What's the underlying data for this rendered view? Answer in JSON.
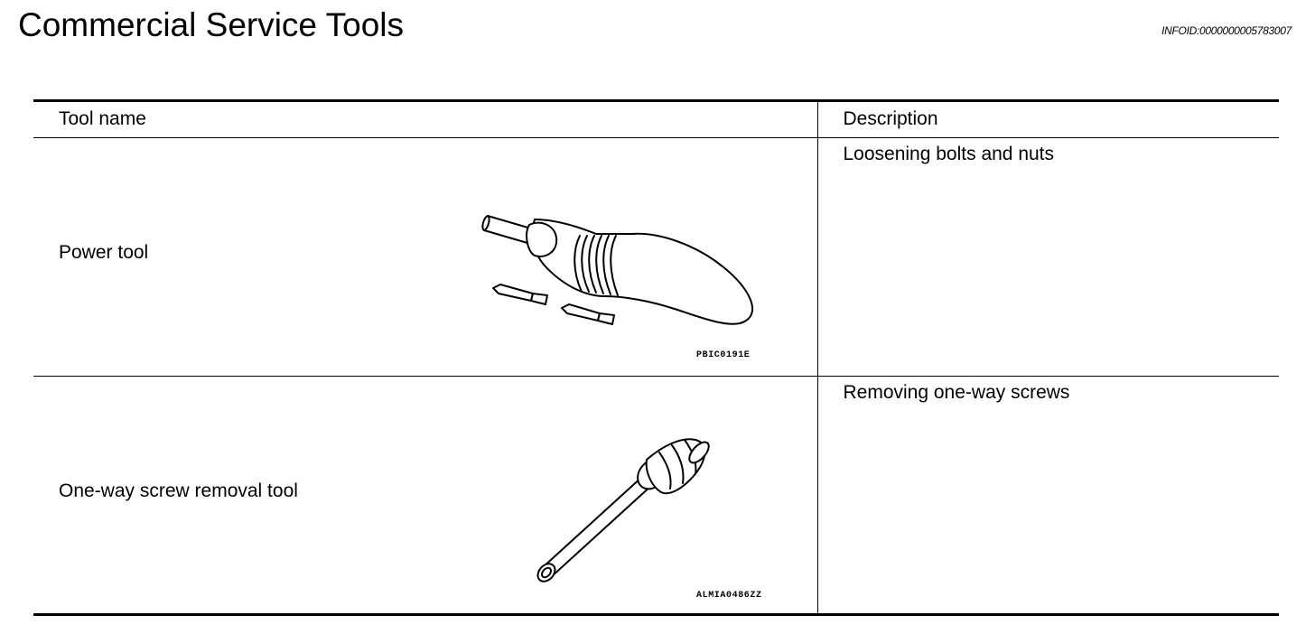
{
  "header": {
    "title": "Commercial Service Tools",
    "info_id": "INFOID:0000000005783007"
  },
  "table": {
    "columns": [
      "Tool name",
      "Description"
    ],
    "rows": [
      {
        "tool_name": "Power tool",
        "description": "Loosening bolts and nuts",
        "illustration_code": "PBIC0191E",
        "illustration_icon": "power-tool-icon"
      },
      {
        "tool_name": "One-way screw removal tool",
        "description": "Removing one-way screws",
        "illustration_code": "ALMIA0486ZZ",
        "illustration_icon": "screwdriver-icon"
      }
    ]
  }
}
